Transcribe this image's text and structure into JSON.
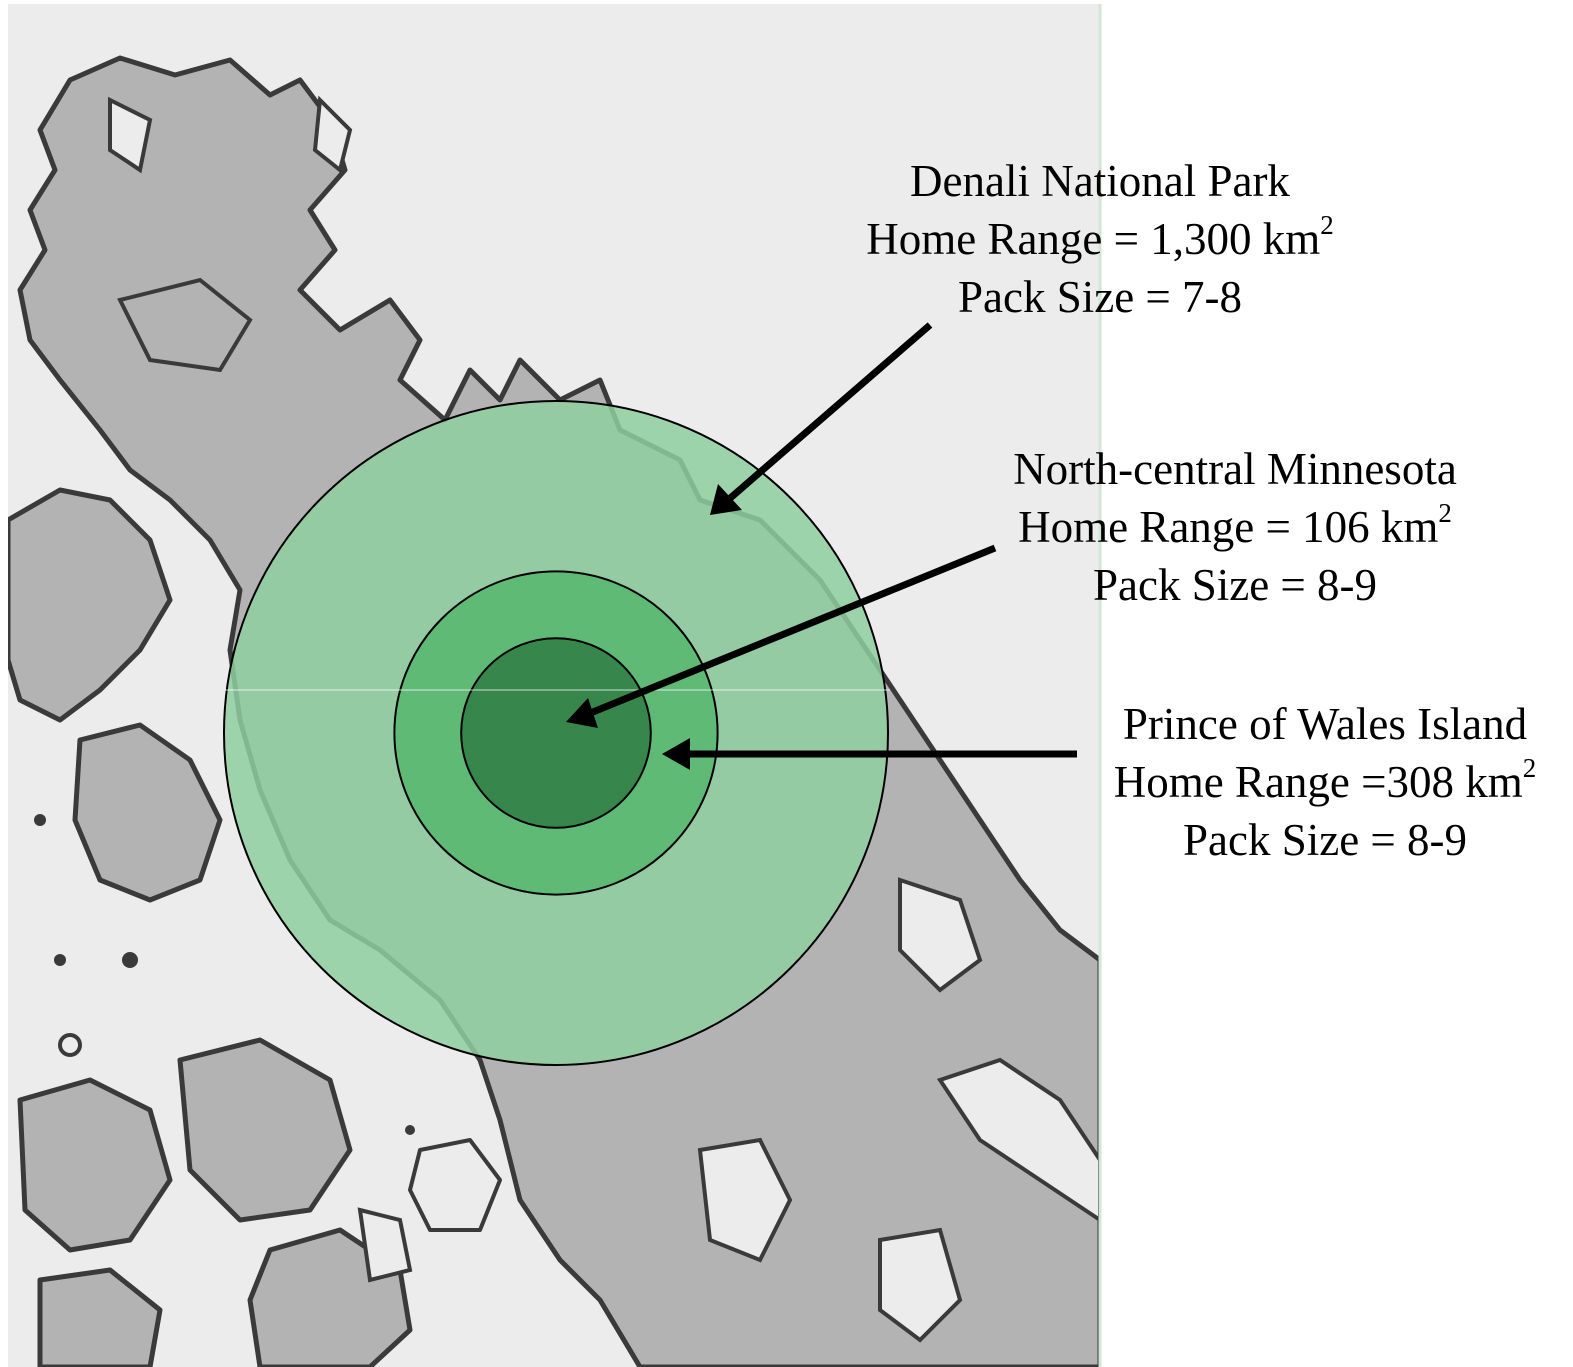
{
  "colors": {
    "land": "#b3b3b3",
    "water": "#ececec",
    "coast": "#3a3a3a",
    "outer_ring": "#8fcf9f",
    "middle_ring": "#5cb874",
    "inner_ring": "#37874c",
    "ring_stroke": "#000000",
    "arrow": "#000000"
  },
  "regions": [
    {
      "id": "denali",
      "name": "Denali National Park",
      "range_prefix": "Home Range = ",
      "range_value": "1,300 km",
      "range_sup": "2",
      "pack": "Pack Size = 7-8",
      "home_range_km2": 1300
    },
    {
      "id": "minnesota",
      "name": "North-central Minnesota",
      "range_prefix": "Home Range = ",
      "range_value": "106 km",
      "range_sup": "2",
      "pack": "Pack Size = 8-9",
      "home_range_km2": 106
    },
    {
      "id": "pow",
      "name": "Prince of Wales Island",
      "range_prefix": "Home Range =",
      "range_value": "308 km",
      "range_sup": "2",
      "pack": "Pack Size = 8-9",
      "home_range_km2": 308
    }
  ]
}
